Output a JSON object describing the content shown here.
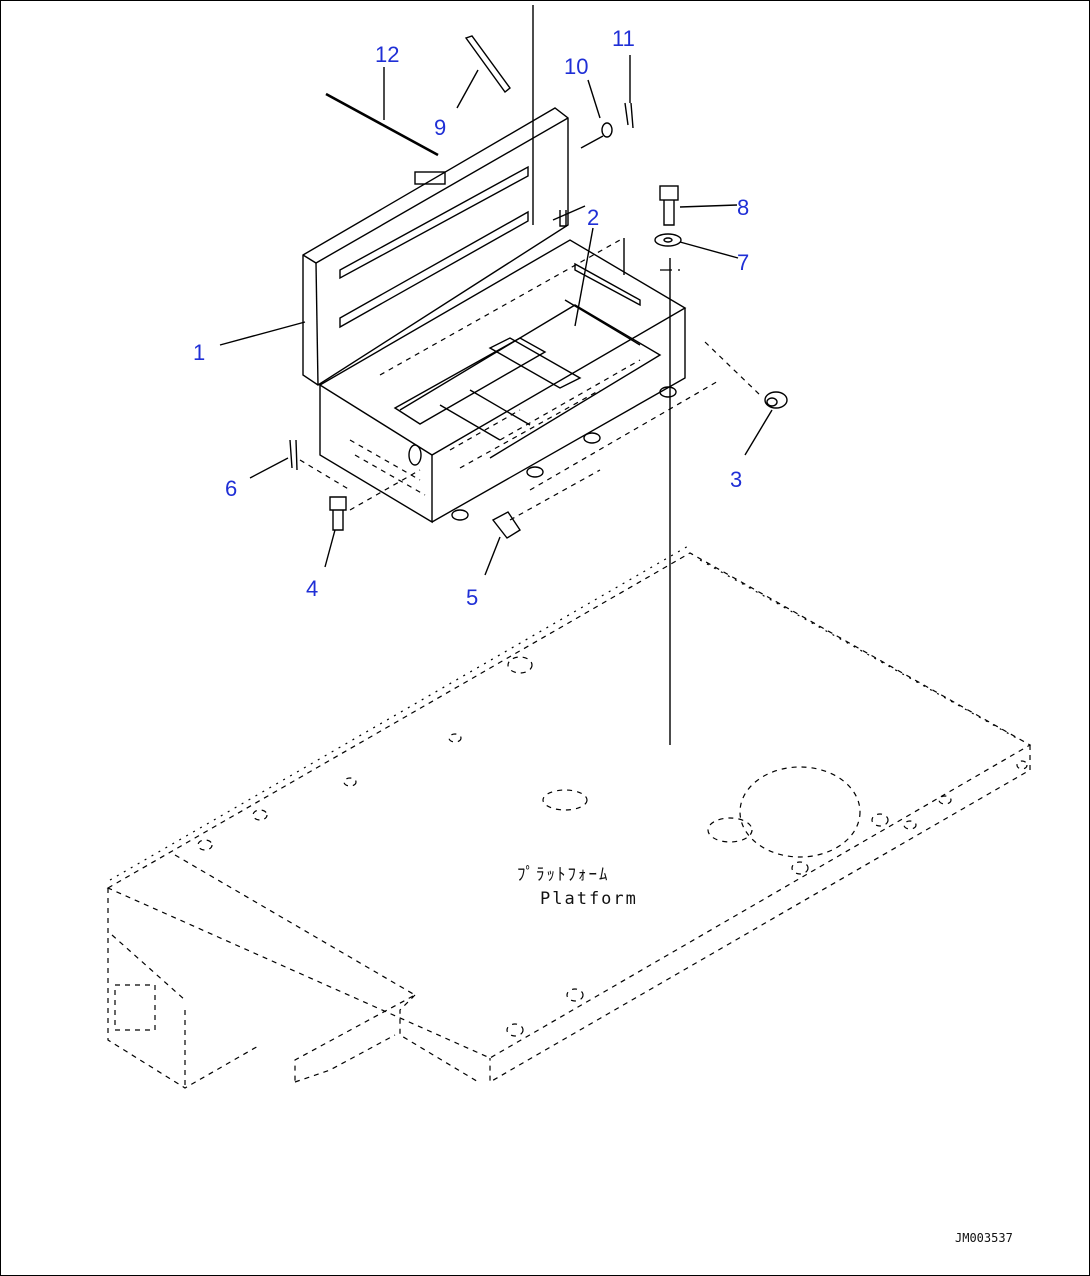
{
  "colors": {
    "callout": "#1f2fd6",
    "line": "#000000",
    "background": "#ffffff"
  },
  "callouts": [
    {
      "id": "1",
      "label": "1"
    },
    {
      "id": "2",
      "label": "2"
    },
    {
      "id": "3",
      "label": "3"
    },
    {
      "id": "4",
      "label": "4"
    },
    {
      "id": "5",
      "label": "5"
    },
    {
      "id": "6",
      "label": "6"
    },
    {
      "id": "7",
      "label": "7"
    },
    {
      "id": "8",
      "label": "8"
    },
    {
      "id": "9",
      "label": "9"
    },
    {
      "id": "10",
      "label": "10"
    },
    {
      "id": "11",
      "label": "11"
    },
    {
      "id": "12",
      "label": "12"
    }
  ],
  "platform": {
    "label_jp": "ﾌﾟﾗｯﾄﾌｫｰﾑ",
    "label_en": "Platform"
  },
  "drawing_code": "JM003537"
}
